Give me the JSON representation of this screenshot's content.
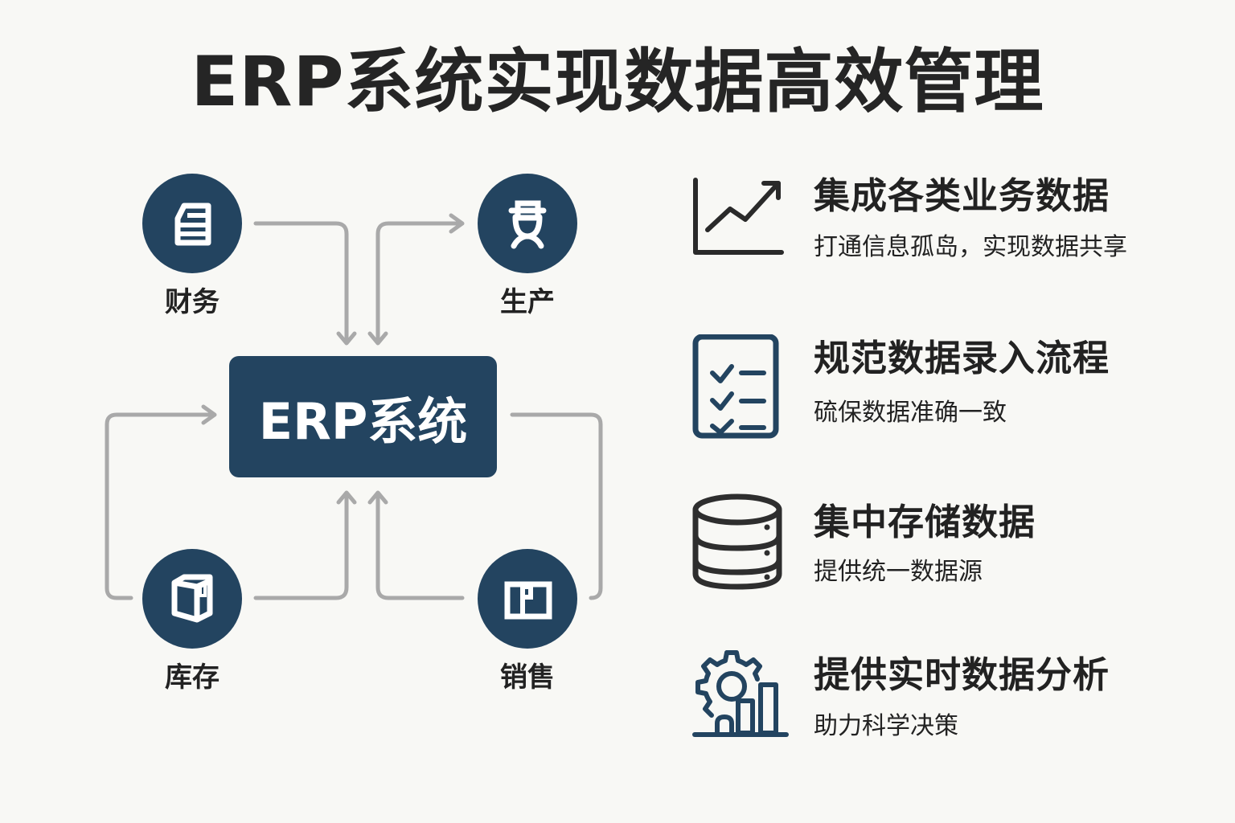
{
  "title": "ERP系统实现数据高效管理",
  "colors": {
    "primary": "#234460",
    "connector": "#a9a9a9",
    "text": "#222222",
    "background": "#f8f8f5"
  },
  "diagram": {
    "center": {
      "label": "ERP系统"
    },
    "nodes": [
      {
        "id": "finance",
        "label": "财务",
        "icon": "document-icon"
      },
      {
        "id": "production",
        "label": "生产",
        "icon": "worker-icon"
      },
      {
        "id": "inventory",
        "label": "库存",
        "icon": "box-icon"
      },
      {
        "id": "sales",
        "label": "销售",
        "icon": "board-icon"
      }
    ]
  },
  "features": [
    {
      "icon": "trend-chart-icon",
      "title": "集成各类业务数据",
      "subtitle": "打通信息孤岛，实现数据共享"
    },
    {
      "icon": "checklist-icon",
      "title": "规范数据录入流程",
      "subtitle": "硫保数据准确一致"
    },
    {
      "icon": "database-icon",
      "title": "集中存储数据",
      "subtitle": "提供统一数据源"
    },
    {
      "icon": "gear-analytics-icon",
      "title": "提供实时数据分析",
      "subtitle": "助力科学决策"
    }
  ]
}
